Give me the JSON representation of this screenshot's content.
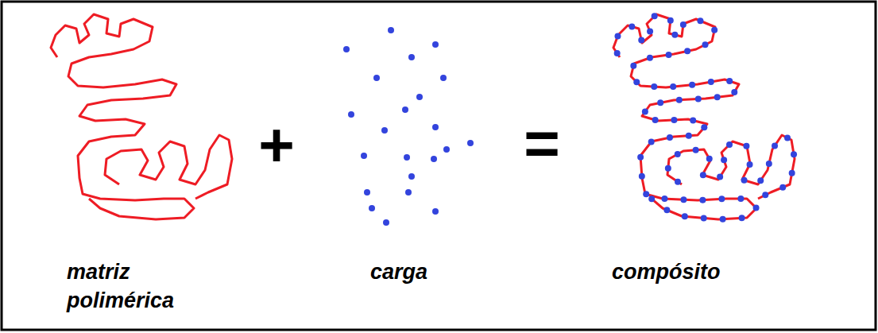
{
  "diagram": {
    "labels": [
      "+",
      "=",
      "matriz polimérica",
      "carga",
      "compósito"
    ]
  }
}
